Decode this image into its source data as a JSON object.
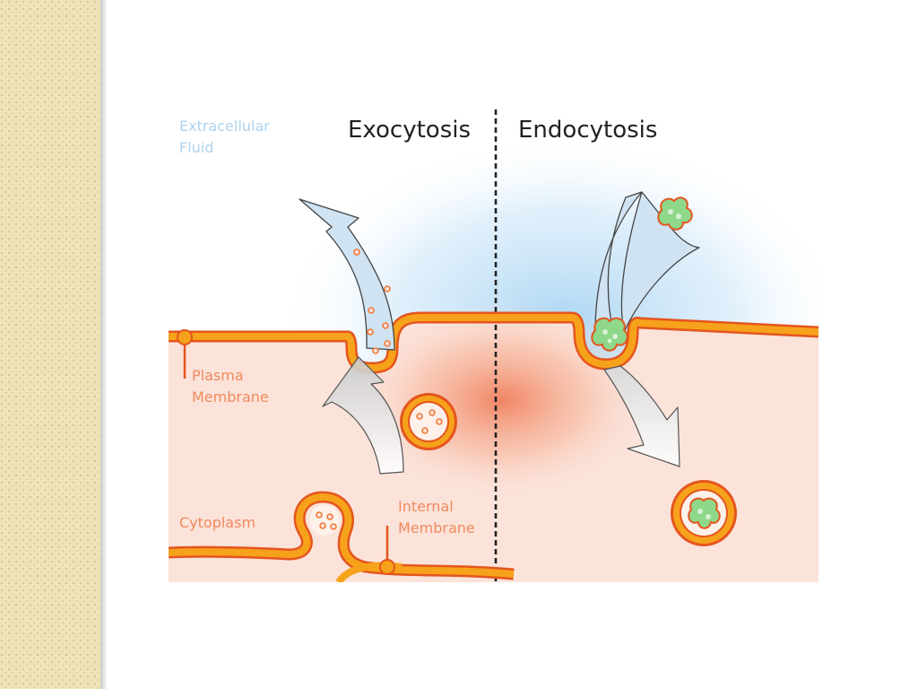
{
  "diagram": {
    "titles": {
      "exocytosis": "Exocytosis",
      "endocytosis": "Endocytosis"
    },
    "labels": {
      "extracellular_line1": "Extracellular",
      "extracellular_line2": "Fluid",
      "plasma_line1": "Plasma",
      "plasma_line2": "Membrane",
      "cytoplasm": "Cytoplasm",
      "internal_line1": "Internal",
      "internal_line2": "Membrane"
    }
  },
  "colors": {
    "membrane_stroke": "#f7a21b",
    "membrane_outline": "#e4551f",
    "cytoplasm": "#fbe3da",
    "extracellular": "#a9d4f2",
    "arrow_fill": "#cfe3f3",
    "cargo_green": "#8fd88a",
    "background_band": "#efe3b9"
  }
}
